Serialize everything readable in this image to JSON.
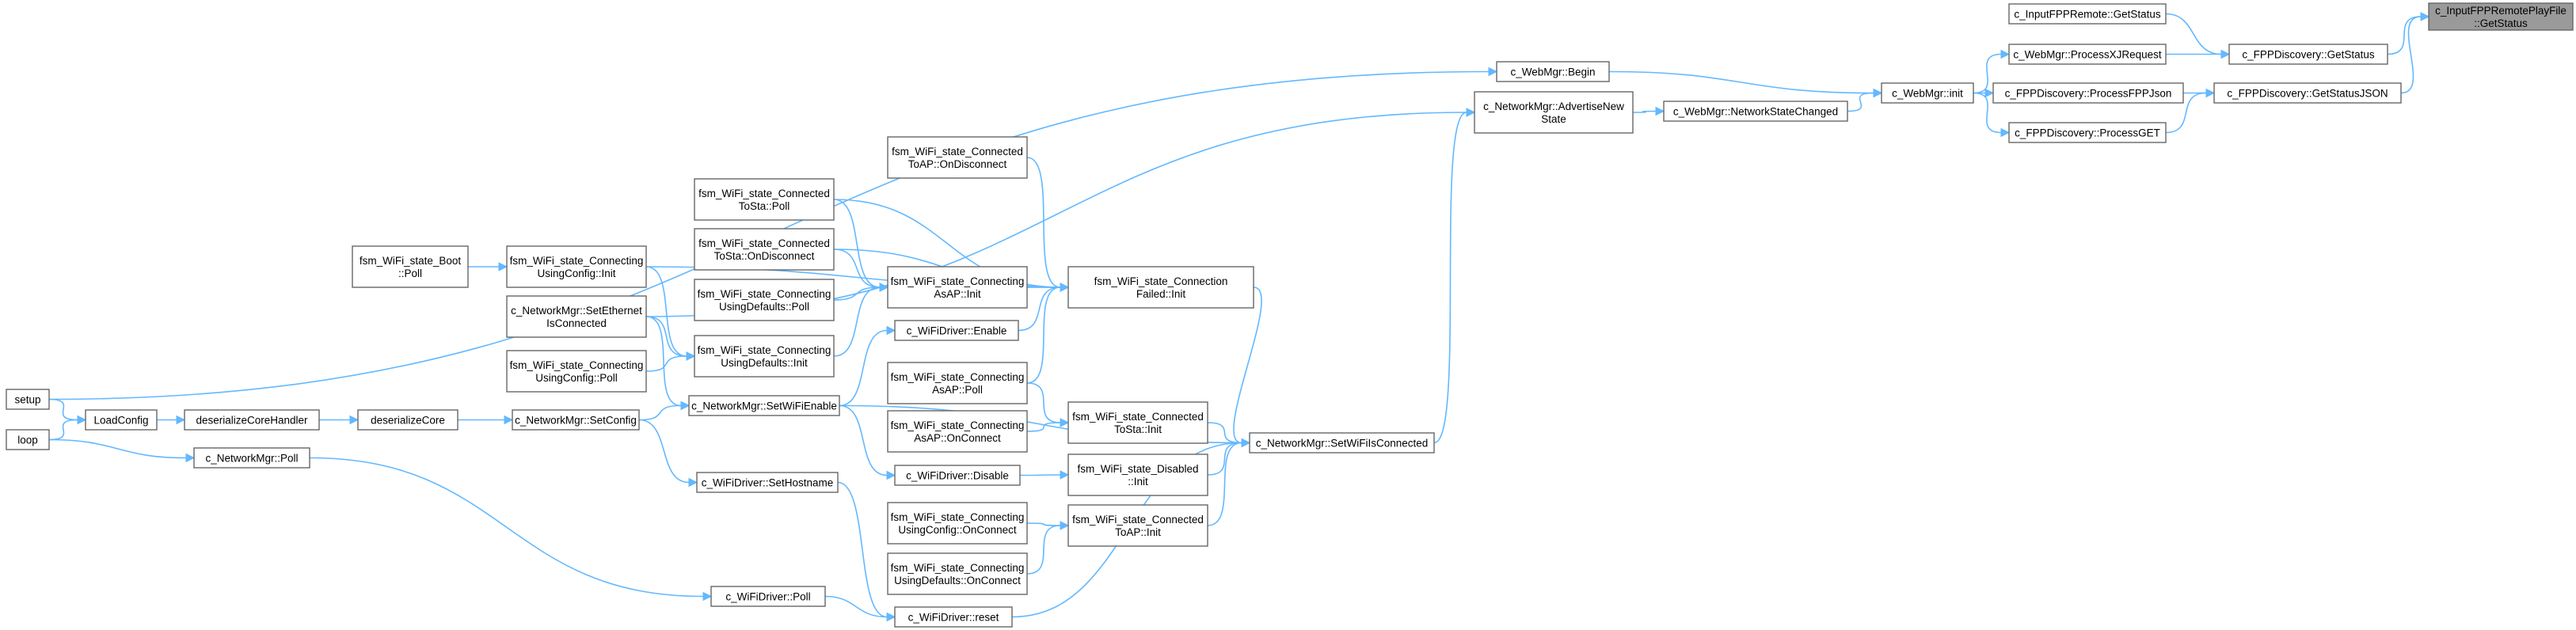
{
  "diagram": {
    "colors": {
      "edge": "#63b8ff",
      "node_border": "#666666",
      "focus_fill": "#9a9a9a"
    },
    "nodes": [
      {
        "id": "target",
        "lines": [
          "c_InputFPPRemotePlayFile",
          "::GetStatus"
        ],
        "focus": true
      },
      {
        "id": "remote_getstatus",
        "lines": [
          "c_InputFPPRemote::GetStatus"
        ]
      },
      {
        "id": "fpp_getstatus",
        "lines": [
          "c_FPPDiscovery::GetStatus"
        ]
      },
      {
        "id": "processxj",
        "lines": [
          "c_WebMgr::ProcessXJRequest"
        ]
      },
      {
        "id": "processfppjson",
        "lines": [
          "c_FPPDiscovery::ProcessFPPJson"
        ]
      },
      {
        "id": "getstatusjson",
        "lines": [
          "c_FPPDiscovery::GetStatusJSON"
        ]
      },
      {
        "id": "processget",
        "lines": [
          "c_FPPDiscovery::ProcessGET"
        ]
      },
      {
        "id": "webmgr_init",
        "lines": [
          "c_WebMgr::init"
        ]
      },
      {
        "id": "webmgr_begin",
        "lines": [
          "c_WebMgr::Begin"
        ]
      },
      {
        "id": "netstatechanged",
        "lines": [
          "c_WebMgr::NetworkStateChanged"
        ]
      },
      {
        "id": "advertise",
        "lines": [
          "c_NetworkMgr::AdvertiseNew",
          "State"
        ]
      },
      {
        "id": "conn_failed_init",
        "lines": [
          "fsm_WiFi_state_Connection",
          "Failed::Init"
        ]
      },
      {
        "id": "setwifi_isconnected",
        "lines": [
          "c_NetworkMgr::SetWiFiIsConnected"
        ]
      },
      {
        "id": "ap_ondisconnect",
        "lines": [
          "fsm_WiFi_state_Connected",
          "ToAP::OnDisconnect"
        ]
      },
      {
        "id": "sta_poll",
        "lines": [
          "fsm_WiFi_state_Connected",
          "ToSta::Poll"
        ]
      },
      {
        "id": "sta_ondisconnect",
        "lines": [
          "fsm_WiFi_state_Connected",
          "ToSta::OnDisconnect"
        ]
      },
      {
        "id": "asap_init",
        "lines": [
          "fsm_WiFi_state_Connecting",
          "AsAP::Init"
        ]
      },
      {
        "id": "defaults_poll",
        "lines": [
          "fsm_WiFi_state_Connecting",
          "UsingDefaults::Poll"
        ]
      },
      {
        "id": "defaults_init",
        "lines": [
          "fsm_WiFi_state_Connecting",
          "UsingDefaults::Init"
        ]
      },
      {
        "id": "config_init",
        "lines": [
          "fsm_WiFi_state_Connecting",
          "UsingConfig::Init"
        ]
      },
      {
        "id": "boot_poll",
        "lines": [
          "fsm_WiFi_state_Boot",
          "::Poll"
        ]
      },
      {
        "id": "setethernet",
        "lines": [
          "c_NetworkMgr::SetEthernet",
          "IsConnected"
        ]
      },
      {
        "id": "config_poll",
        "lines": [
          "fsm_WiFi_state_Connecting",
          "UsingConfig::Poll"
        ]
      },
      {
        "id": "wifidriver_enable",
        "lines": [
          "c_WiFiDriver::Enable"
        ]
      },
      {
        "id": "asap_poll",
        "lines": [
          "fsm_WiFi_state_Connecting",
          "AsAP::Poll"
        ]
      },
      {
        "id": "setwifienable",
        "lines": [
          "c_NetworkMgr::SetWiFiEnable"
        ]
      },
      {
        "id": "tosta_init",
        "lines": [
          "fsm_WiFi_state_Connected",
          "ToSta::Init"
        ]
      },
      {
        "id": "asap_onconnect",
        "lines": [
          "fsm_WiFi_state_Connecting",
          "AsAP::OnConnect"
        ]
      },
      {
        "id": "wifidriver_disable",
        "lines": [
          "c_WiFiDriver::Disable"
        ]
      },
      {
        "id": "disabled_init",
        "lines": [
          "fsm_WiFi_state_Disabled",
          "::Init"
        ]
      },
      {
        "id": "sethostname",
        "lines": [
          "c_WiFiDriver::SetHostname"
        ]
      },
      {
        "id": "config_onconnect",
        "lines": [
          "fsm_WiFi_state_Connecting",
          "UsingConfig::OnConnect"
        ]
      },
      {
        "id": "toap_init",
        "lines": [
          "fsm_WiFi_state_Connected",
          "ToAP::Init"
        ]
      },
      {
        "id": "defaults_onconnect",
        "lines": [
          "fsm_WiFi_state_Connecting",
          "UsingDefaults::OnConnect"
        ]
      },
      {
        "id": "wifidriver_poll",
        "lines": [
          "c_WiFiDriver::Poll"
        ]
      },
      {
        "id": "wifidriver_reset",
        "lines": [
          "c_WiFiDriver::reset"
        ]
      },
      {
        "id": "setconfig",
        "lines": [
          "c_NetworkMgr::SetConfig"
        ]
      },
      {
        "id": "deserializecore",
        "lines": [
          "deserializeCore"
        ]
      },
      {
        "id": "deserializecorehandler",
        "lines": [
          "deserializeCoreHandler"
        ]
      },
      {
        "id": "loadconfig",
        "lines": [
          "LoadConfig"
        ]
      },
      {
        "id": "setup",
        "lines": [
          "setup"
        ]
      },
      {
        "id": "loop",
        "lines": [
          "loop"
        ]
      },
      {
        "id": "networkmgr_poll",
        "lines": [
          "c_NetworkMgr::Poll"
        ]
      }
    ],
    "edges": [
      [
        "remote_getstatus",
        "fpp_getstatus"
      ],
      [
        "fpp_getstatus",
        "target"
      ],
      [
        "getstatusjson",
        "target"
      ],
      [
        "processxj",
        "fpp_getstatus"
      ],
      [
        "processfppjson",
        "getstatusjson"
      ],
      [
        "processget",
        "getstatusjson"
      ],
      [
        "webmgr_init",
        "processxj"
      ],
      [
        "webmgr_init",
        "processfppjson"
      ],
      [
        "webmgr_init",
        "processget"
      ],
      [
        "webmgr_begin",
        "webmgr_init"
      ],
      [
        "netstatechanged",
        "webmgr_init"
      ],
      [
        "advertise",
        "netstatechanged"
      ],
      [
        "setwifi_isconnected",
        "advertise"
      ],
      [
        "setethernet",
        "advertise"
      ],
      [
        "setup",
        "webmgr_begin"
      ],
      [
        "conn_failed_init",
        "setwifi_isconnected"
      ],
      [
        "tosta_init",
        "setwifi_isconnected"
      ],
      [
        "disabled_init",
        "setwifi_isconnected"
      ],
      [
        "toap_init",
        "setwifi_isconnected"
      ],
      [
        "setwifienable",
        "setwifi_isconnected"
      ],
      [
        "wifidriver_reset",
        "setwifi_isconnected"
      ],
      [
        "ap_ondisconnect",
        "conn_failed_init"
      ],
      [
        "sta_poll",
        "conn_failed_init"
      ],
      [
        "sta_ondisconnect",
        "conn_failed_init"
      ],
      [
        "asap_init",
        "conn_failed_init"
      ],
      [
        "wifidriver_enable",
        "conn_failed_init"
      ],
      [
        "asap_poll",
        "conn_failed_init"
      ],
      [
        "config_init",
        "conn_failed_init"
      ],
      [
        "sta_poll",
        "asap_init"
      ],
      [
        "sta_ondisconnect",
        "asap_init"
      ],
      [
        "defaults_poll",
        "asap_init"
      ],
      [
        "defaults_init",
        "asap_init"
      ],
      [
        "boot_poll",
        "config_init"
      ],
      [
        "config_init",
        "defaults_init"
      ],
      [
        "setethernet",
        "defaults_init"
      ],
      [
        "config_poll",
        "defaults_init"
      ],
      [
        "setethernet",
        "setwifienable"
      ],
      [
        "setwifienable",
        "wifidriver_enable"
      ],
      [
        "setwifienable",
        "wifidriver_disable"
      ],
      [
        "asap_poll",
        "tosta_init"
      ],
      [
        "asap_onconnect",
        "tosta_init"
      ],
      [
        "wifidriver_disable",
        "disabled_init"
      ],
      [
        "config_onconnect",
        "toap_init"
      ],
      [
        "defaults_onconnect",
        "toap_init"
      ],
      [
        "wifidriver_poll",
        "wifidriver_reset"
      ],
      [
        "sethostname",
        "wifidriver_reset"
      ],
      [
        "setconfig",
        "sethostname"
      ],
      [
        "setconfig",
        "setwifienable"
      ],
      [
        "deserializecore",
        "setconfig"
      ],
      [
        "deserializecorehandler",
        "deserializecore"
      ],
      [
        "loadconfig",
        "deserializecorehandler"
      ],
      [
        "setup",
        "loadconfig"
      ],
      [
        "loop",
        "loadconfig"
      ],
      [
        "loop",
        "networkmgr_poll"
      ],
      [
        "networkmgr_poll",
        "wifidriver_poll"
      ]
    ]
  }
}
